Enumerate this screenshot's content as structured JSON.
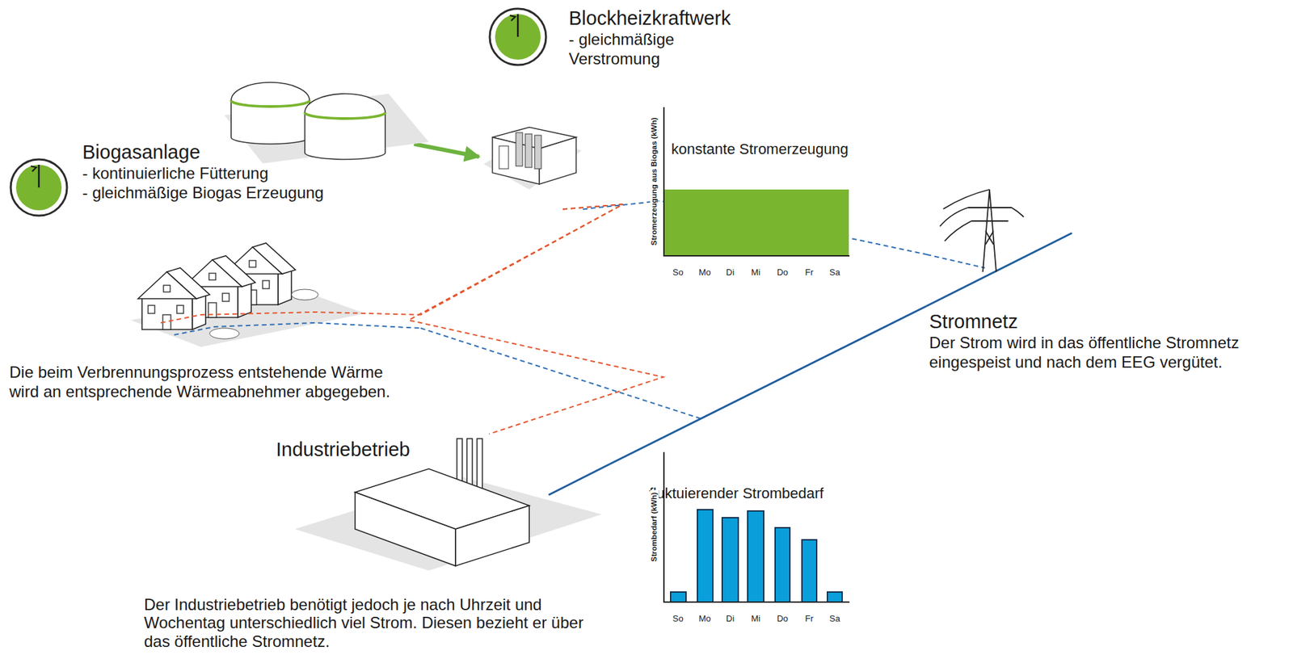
{
  "diagram": {
    "nodes": [
      {
        "text": [
          "Biogasanlage",
          "- kontinuierliche Fütterung",
          "- gleichmäßige Biogas Erzeugung"
        ]
      },
      {
        "text": [
          "Blockheizkraftwerk",
          "- gleichmäßige Verstromung"
        ]
      },
      {
        "text": [
          "Die beim Verbrennungsprozess entstehende Wärme wird an entsprechende Wärmeabnehmer abgegeben."
        ]
      },
      {
        "text": [
          "Industriebetrieb",
          "Der Industriebetrieb benötigt jedoch je nach Uhrzeit und Wochentag unterschiedlich viel Strom. Diesen bezieht er über das öffentliche Stromnetz."
        ]
      },
      {
        "text": [
          "Stromnetz",
          "Der Strom wird in das öffentliche Stromnetz eingespeist und nach dem EEG vergütet."
        ]
      }
    ],
    "edges": [
      {
        "from": 0,
        "to": 1,
        "arrow": "to"
      },
      {
        "from": 1,
        "to": 2,
        "arrow": "none"
      },
      {
        "from": 1,
        "to": 3,
        "arrow": "none"
      },
      {
        "from": 1,
        "to": 4,
        "arrow": "none"
      },
      {
        "from": 2,
        "to": 4,
        "arrow": "none"
      },
      {
        "from": 3,
        "to": 4,
        "arrow": "none"
      }
    ],
    "labels": [
      "konstante Stromerzeugung",
      "Stromerzeugung aus Biogas (kWh)",
      "So",
      "Mo",
      "Di",
      "Mi",
      "Do",
      "Fr",
      "Sa",
      "fluktuierender Strombedarf",
      "Strombedarf (kWh)",
      "So",
      "Mo",
      "Di",
      "Mi",
      "Do",
      "Fr",
      "Sa"
    ]
  }
}
